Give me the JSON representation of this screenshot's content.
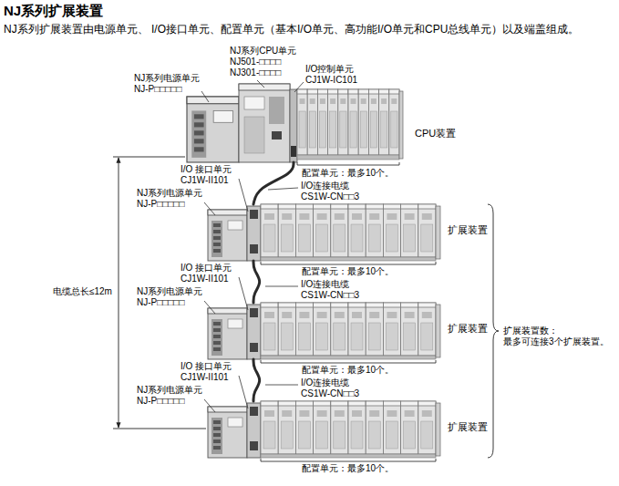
{
  "diagram": {
    "title": "NJ系列扩展装置",
    "nodes": [
      {
        "text": [
          "CPU装置"
        ]
      },
      {
        "text": [
          "扩展装置"
        ]
      },
      {
        "text": [
          "扩展装置"
        ]
      },
      {
        "text": [
          "扩展装置"
        ]
      }
    ],
    "edges": [
      {
        "from": 0,
        "to": 1,
        "arrow": "none",
        "label": "I/O连接电缆 CS1W-CN□□3"
      },
      {
        "from": 1,
        "to": 2,
        "arrow": "none",
        "label": "I/O连接电缆 CS1W-CN□□3"
      },
      {
        "from": 2,
        "to": 3,
        "arrow": "none",
        "label": "I/O连接电缆 CS1W-CN□□3"
      }
    ],
    "labels": [
      "NJ系列扩展装置由电源单元、 I/O接口单元、配置单元（基本I/O单元、高功能I/O单元和CPU总线单元）以及端盖组成。",
      "NJ系列CPU单元 NJ501-□□□□ NJ301-□□□□",
      "NJ系列电源单元 NJ-P□□□□□",
      "I/O控制单元 CJ1W-IC101",
      "配置单元：最多10个。",
      "I/O 接口单元 CJ1W-II101",
      "NJ系列电源单元 NJ-P□□□□□",
      "配置单元：最多10个。",
      "I/O 接口单元 CJ1W-II101",
      "NJ系列电源单元 NJ-P□□□□□",
      "配置单元：最多10个。",
      "I/O 接口单元 CJ1W-II101",
      "NJ系列电源单元 NJ-P□□□□□",
      "配置单元：最多10个。",
      "电缆总长≤12m",
      "扩展装置数： 最多可连接3个扩展装置。"
    ]
  }
}
